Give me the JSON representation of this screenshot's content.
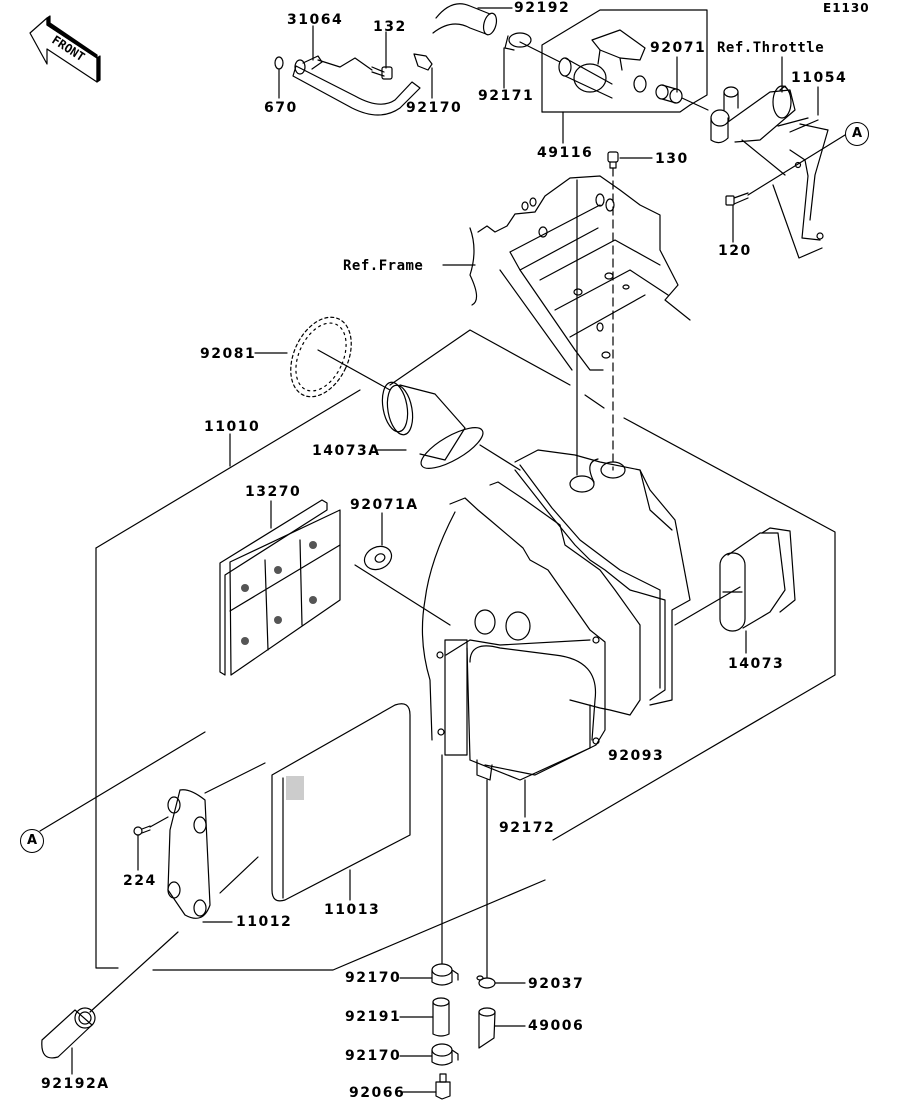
{
  "diagram": {
    "code": "E1130",
    "front_marker": "FRONT",
    "callout_letter": "A",
    "references": {
      "throttle": "Ref.Throttle",
      "frame": "Ref.Frame"
    },
    "parts": {
      "p31064": "31064",
      "p132": "132",
      "p92192": "92192",
      "p670": "670",
      "p92170_top": "92170",
      "p92171": "92171",
      "p92071": "92071",
      "p49116": "49116",
      "p11054": "11054",
      "p130": "130",
      "p120": "120",
      "p92081": "92081",
      "p11010": "11010",
      "p14073A": "14073A",
      "p13270": "13270",
      "p92071A": "92071A",
      "p14073": "14073",
      "p92093": "92093",
      "p92172": "92172",
      "p224": "224",
      "p11013": "11013",
      "p11012": "11012",
      "p92170_a": "92170",
      "p92037": "92037",
      "p92191": "92191",
      "p49006": "49006",
      "p92170_b": "92170",
      "p92066": "92066",
      "p92192A": "92192A"
    }
  }
}
